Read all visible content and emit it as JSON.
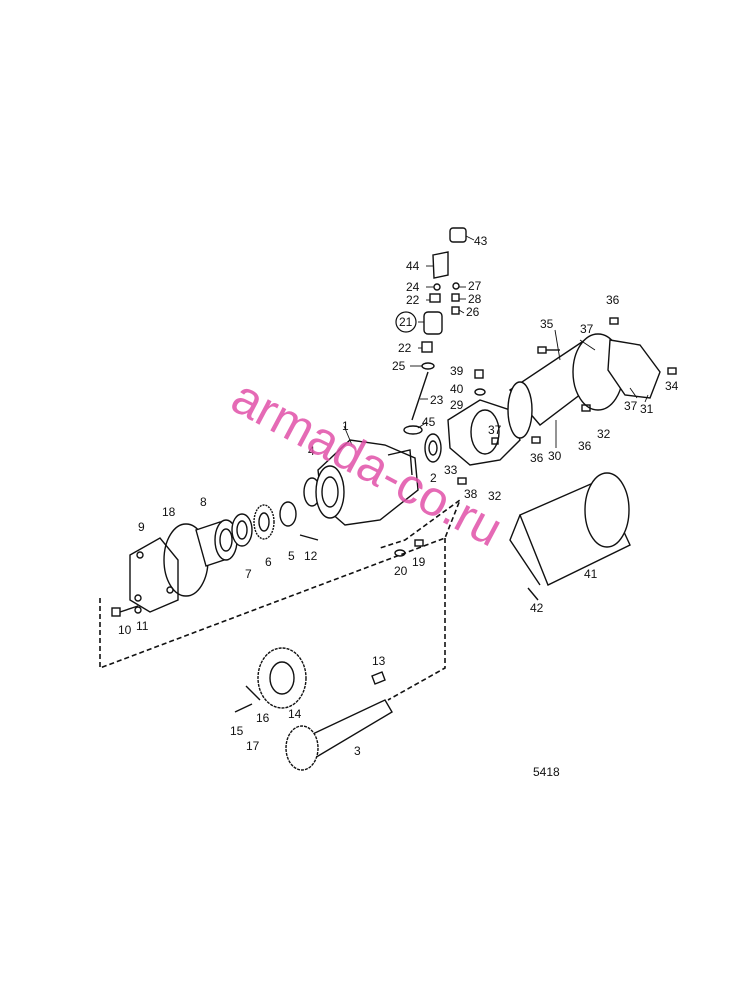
{
  "watermark": {
    "text": "armada-co.ru",
    "color": "#e050a8"
  },
  "reference_number": "5418",
  "callouts": {
    "c1": "1",
    "c2": "2",
    "c3": "3",
    "c4": "4",
    "c5": "5",
    "c6": "6",
    "c7": "7",
    "c8": "8",
    "c9": "9",
    "c10": "10",
    "c11": "11",
    "c12": "12",
    "c13": "13",
    "c14": "14",
    "c15": "15",
    "c16": "16",
    "c17": "17",
    "c18": "18",
    "c19": "19",
    "c20": "20",
    "c21": "21",
    "c22a": "22",
    "c22b": "22",
    "c23": "23",
    "c24": "24",
    "c25": "25",
    "c26": "26",
    "c27": "27",
    "c28": "28",
    "c29": "29",
    "c30": "30",
    "c31": "31",
    "c32a": "32",
    "c32b": "32",
    "c33": "33",
    "c34": "34",
    "c35": "35",
    "c36a": "36",
    "c36b": "36",
    "c36c": "36",
    "c37a": "37",
    "c37b": "37",
    "c37c": "37",
    "c38": "38",
    "c39": "39",
    "c40": "40",
    "c41": "41",
    "c42": "42",
    "c43": "43",
    "c44": "44",
    "c45": "45"
  }
}
